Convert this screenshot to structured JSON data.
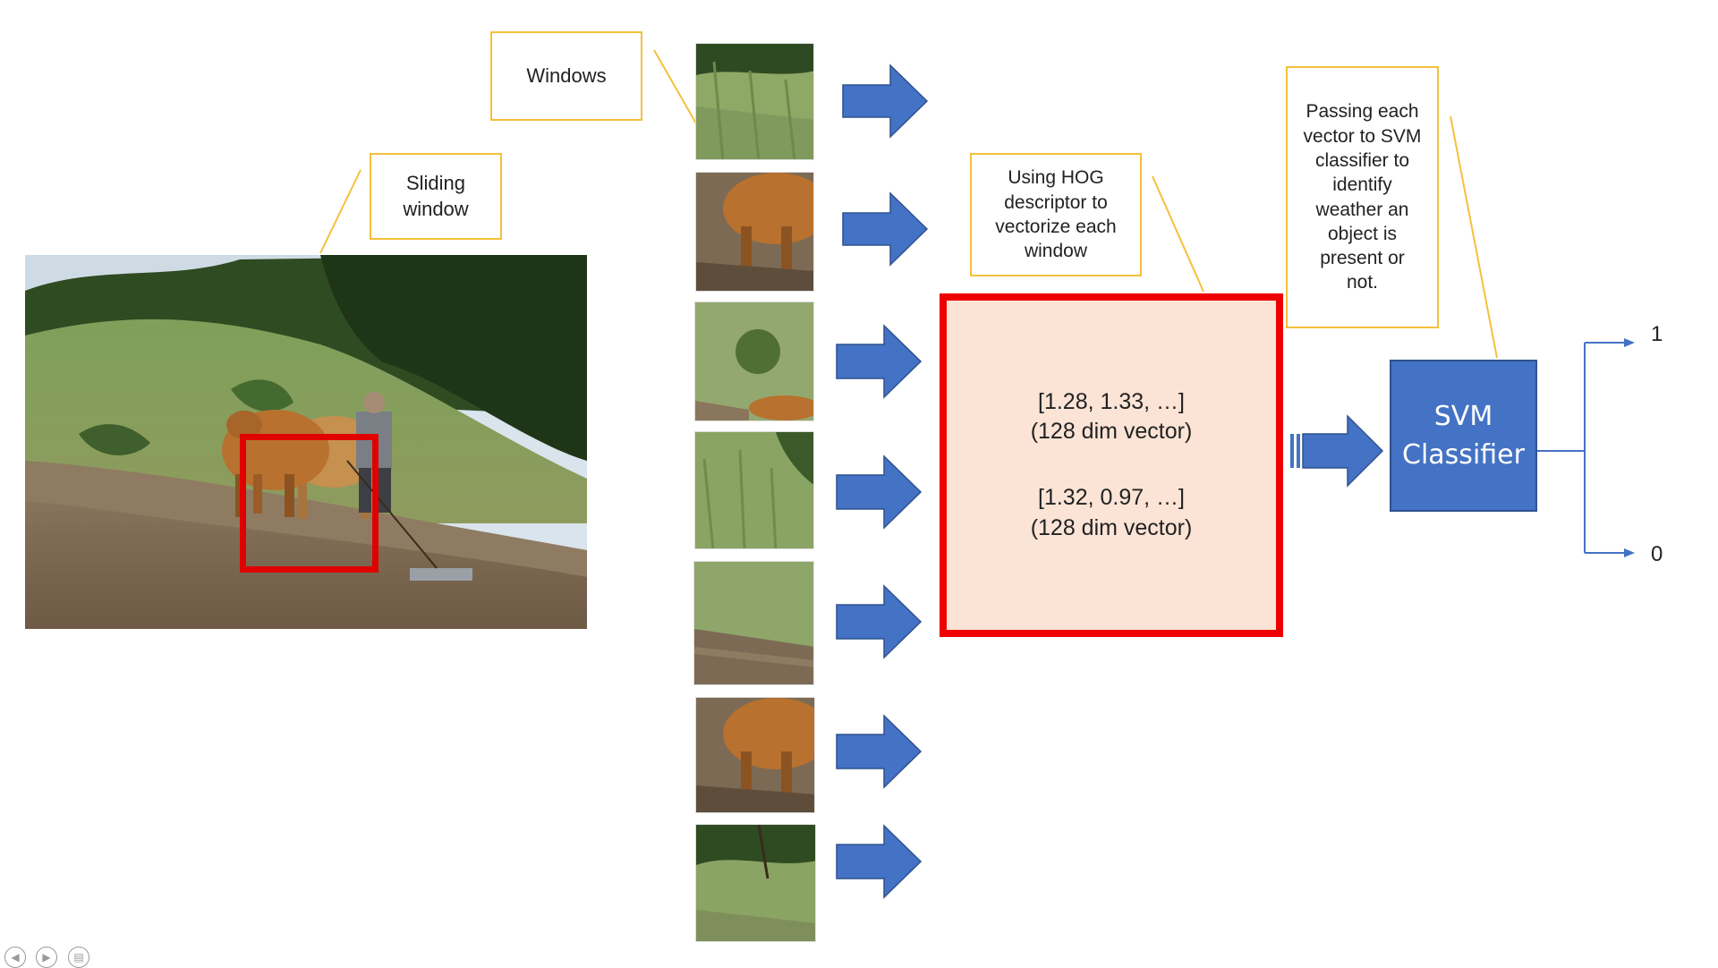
{
  "callouts": {
    "windows": "Windows",
    "sliding": "Sliding\nwindow",
    "hog": "Using HOG\ndescriptor to\nvectorize each\nwindow",
    "svm_pass": "Passing each\nvector to SVM\nclassifier to\nidentify\nweather an\nobject is\npresent or\nnot."
  },
  "vector_box": {
    "line1": "[1.28, 1.33, …]",
    "line2": "(128 dim vector)",
    "line3": "[1.32, 0.97, …]",
    "line4": "(128 dim vector)"
  },
  "classifier": {
    "line1": "SVM",
    "line2": "Classifier"
  },
  "outputs": {
    "one": "1",
    "zero": "0"
  },
  "colors": {
    "arrow": "#4472c4",
    "callout_border": "#f5c03b",
    "highlight_red": "#ee0000",
    "vector_fill": "#fbe4d6",
    "classifier_fill": "#4472c4"
  },
  "thumbnails": [
    "grass-slope",
    "cow-legs",
    "grass-with-cow",
    "grass",
    "grass-and-soil",
    "cow-legs",
    "grass-and-trees"
  ],
  "nav": [
    "prev-icon",
    "next-icon",
    "menu-icon"
  ]
}
